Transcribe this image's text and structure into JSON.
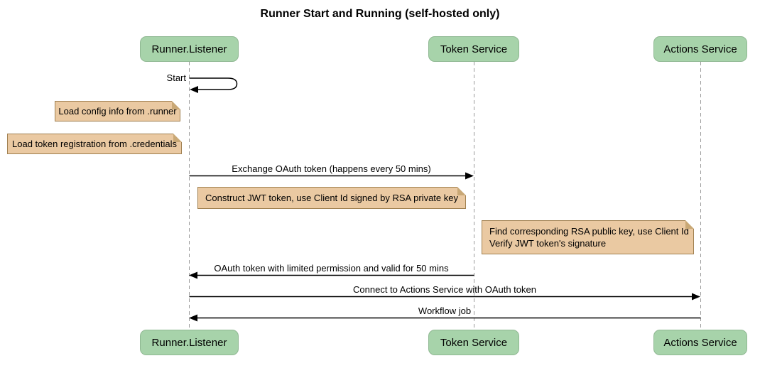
{
  "title": "Runner Start and Running (self-hosted only)",
  "participants": [
    {
      "name": "Runner.Listener"
    },
    {
      "name": "Token Service"
    },
    {
      "name": "Actions Service"
    }
  ],
  "messages": [
    {
      "label": "Start",
      "from": "Runner.Listener",
      "to": "Runner.Listener"
    },
    {
      "label": "Exchange OAuth token (happens every 50 mins)",
      "from": "Runner.Listener",
      "to": "Token Service"
    },
    {
      "label": "OAuth token with limited permission and valid for 50 mins",
      "from": "Token Service",
      "to": "Runner.Listener"
    },
    {
      "label": "Connect to Actions Service with OAuth token",
      "from": "Runner.Listener",
      "to": "Actions Service"
    },
    {
      "label": "Workflow job",
      "from": "Actions Service",
      "to": "Runner.Listener"
    }
  ],
  "notes": {
    "load_config": "Load config info from .runner",
    "load_token": "Load token registration from .credentials",
    "construct_jwt": "Construct JWT token, use Client Id signed by RSA private key",
    "find_rsa": [
      "Find corresponding RSA public key, use Client Id",
      "Verify JWT token's signature"
    ]
  },
  "colors": {
    "participant_fill": "#a7d3aa",
    "participant_border": "#8fb892",
    "note_fill": "#eac9a2",
    "note_border": "#a08050",
    "lifeline": "#9a9a9a",
    "message_line": "#000000",
    "background": "#ffffff"
  }
}
